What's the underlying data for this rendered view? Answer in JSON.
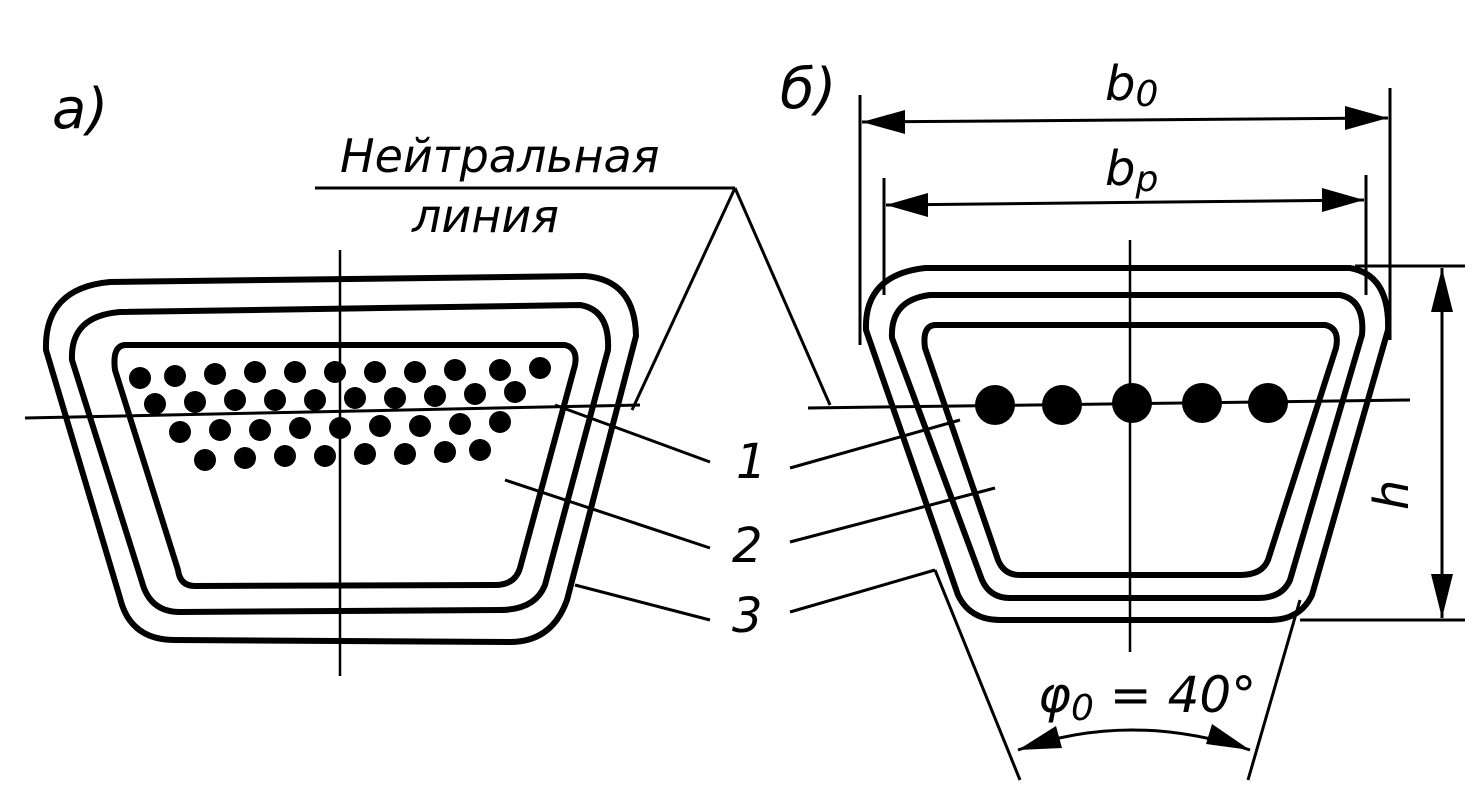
{
  "labels": {
    "panel_a": "а)",
    "panel_b": "б)",
    "neutral_line_1": "Нейтральная",
    "neutral_line_2": "линия",
    "callout_1": "1",
    "callout_2": "2",
    "callout_3": "3",
    "dim_b0": "b",
    "dim_b0_sub": "0",
    "dim_bp": "b",
    "dim_bp_sub": "p",
    "dim_h": "h",
    "angle_phi": "φ",
    "angle_sub": "0",
    "angle_value": " = 40°"
  },
  "colors": {
    "ink": "#000000",
    "paper": "#ffffff"
  }
}
